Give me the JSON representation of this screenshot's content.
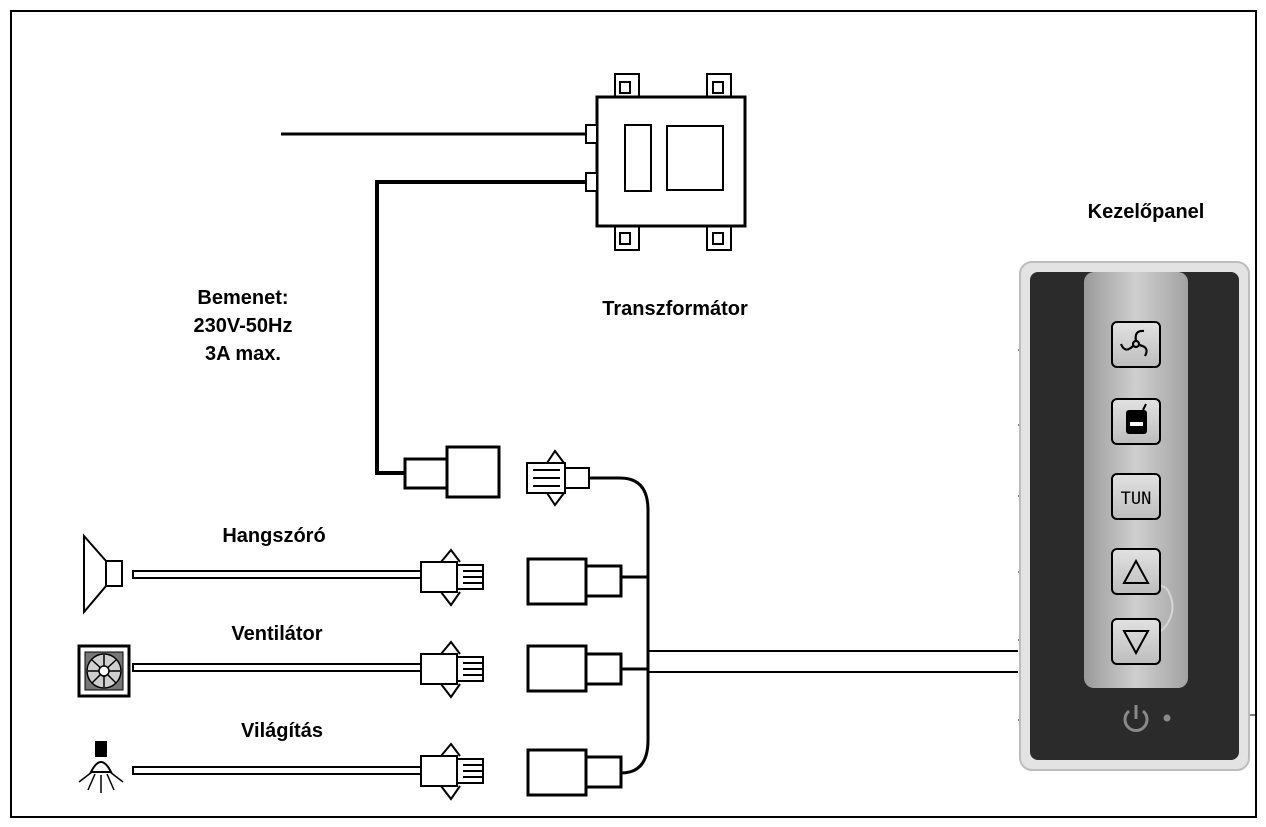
{
  "labels": {
    "transformer": "Transzformátor",
    "input_line1": "Bemenet:",
    "input_line2": "230V-50Hz",
    "input_line3": "3A max.",
    "panel": "Kezelőpanel",
    "speaker": "Hangszóró",
    "fan": "Ventilátor",
    "lighting": "Világítás"
  },
  "panel_buttons": [
    {
      "name": "fan-button",
      "icon": "fan-swirl-icon",
      "text": ""
    },
    {
      "name": "radio-button",
      "icon": "radio-icon",
      "text": ""
    },
    {
      "name": "tune-button",
      "icon": "",
      "text": "TUN"
    },
    {
      "name": "up-button",
      "icon": "triangle-up-icon",
      "text": ""
    },
    {
      "name": "down-button",
      "icon": "triangle-down-icon",
      "text": ""
    }
  ],
  "colors": {
    "line": "#000000",
    "panel_body": "#2b2b2b",
    "panel_strip": "#b9b9b9",
    "panel_frame": "#d8d8d8"
  }
}
